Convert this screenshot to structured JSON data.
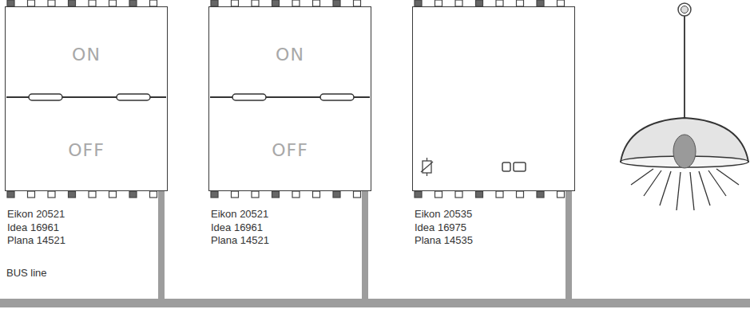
{
  "diagram": {
    "nodes": [
      {
        "text": [
          "ON",
          "OFF",
          "Eikon 20521 Idea 16961 Plana 14521"
        ]
      },
      {
        "text": [
          "ON",
          "OFF",
          "Eikon 20521 Idea 16961 Plana 14521"
        ]
      },
      {
        "text": [
          "Eikon 20535 Idea 16975 Plana 14535"
        ]
      },
      {
        "text": [
          "BUS line"
        ]
      }
    ],
    "edges": [
      {
        "from": 0,
        "to": 3,
        "arrow": "none"
      },
      {
        "from": 1,
        "to": 3,
        "arrow": "none"
      },
      {
        "from": 2,
        "to": 3,
        "arrow": "none"
      }
    ]
  }
}
